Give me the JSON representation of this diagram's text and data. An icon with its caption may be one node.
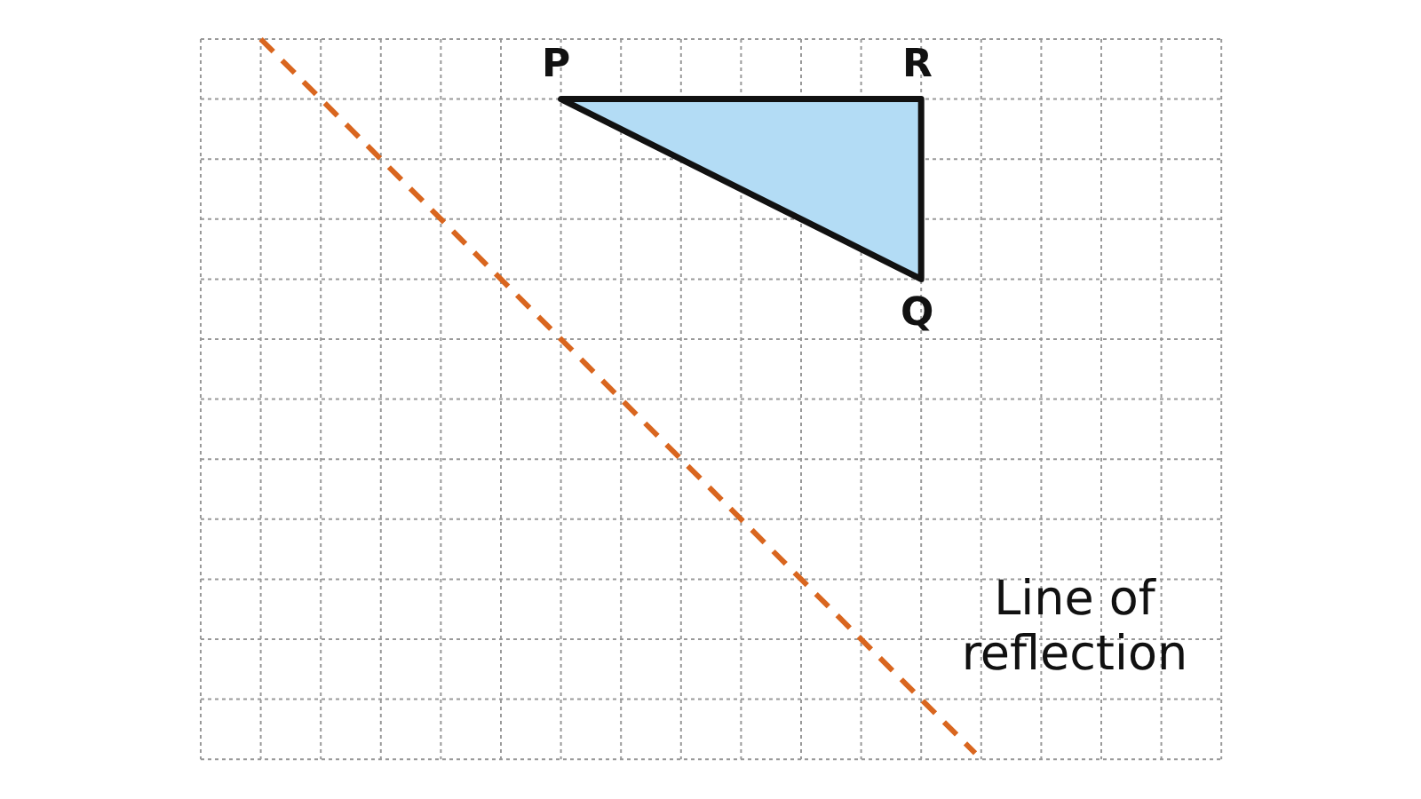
{
  "diagram": {
    "nodes": [
      {
        "text": [],
        "shape": "triangle"
      }
    ],
    "labels": [
      "P",
      "R",
      "Q",
      "Line of reflection"
    ]
  }
}
